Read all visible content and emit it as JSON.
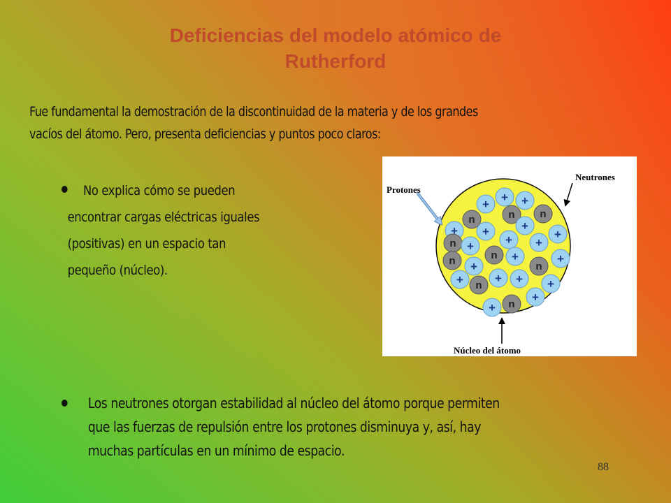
{
  "slide": {
    "title_line1": "Deficiencias del modelo atómico de",
    "title_line2": "Rutherford",
    "intro_line1": "Fue fundamental la demostración de la discontinuidad de la materia y de los grandes",
    "intro_line2": "vacíos del átomo. Pero, presenta deficiencias y puntos poco claros:",
    "bullet1": {
      "line1": "No explica cómo se pueden",
      "line2": "encontrar cargas eléctricas iguales",
      "line3": "(positivas) en un espacio tan",
      "line4": "pequeño (núcleo)."
    },
    "bullet2": {
      "line1": "Los neutrones otorgan estabilidad al núcleo del átomo porque permiten",
      "line2": "que las fuerzas de repulsión entre los protones disminuya y, así, hay",
      "line3": "muchas partículas en un mínimo de espacio."
    },
    "page_number": "88"
  },
  "diagram": {
    "label_protones": "Protones",
    "label_neutrones": "Neutrones",
    "label_nucleo": "Núcleo del átomo",
    "proton_symbol": "+",
    "neutron_symbol": "n",
    "colors": {
      "nucleus_fill": "#f6f240",
      "proton_fill": "#9fd3f2",
      "neutron_fill": "#8a8a8a",
      "arrow_protones": "#9ec6ee"
    }
  }
}
